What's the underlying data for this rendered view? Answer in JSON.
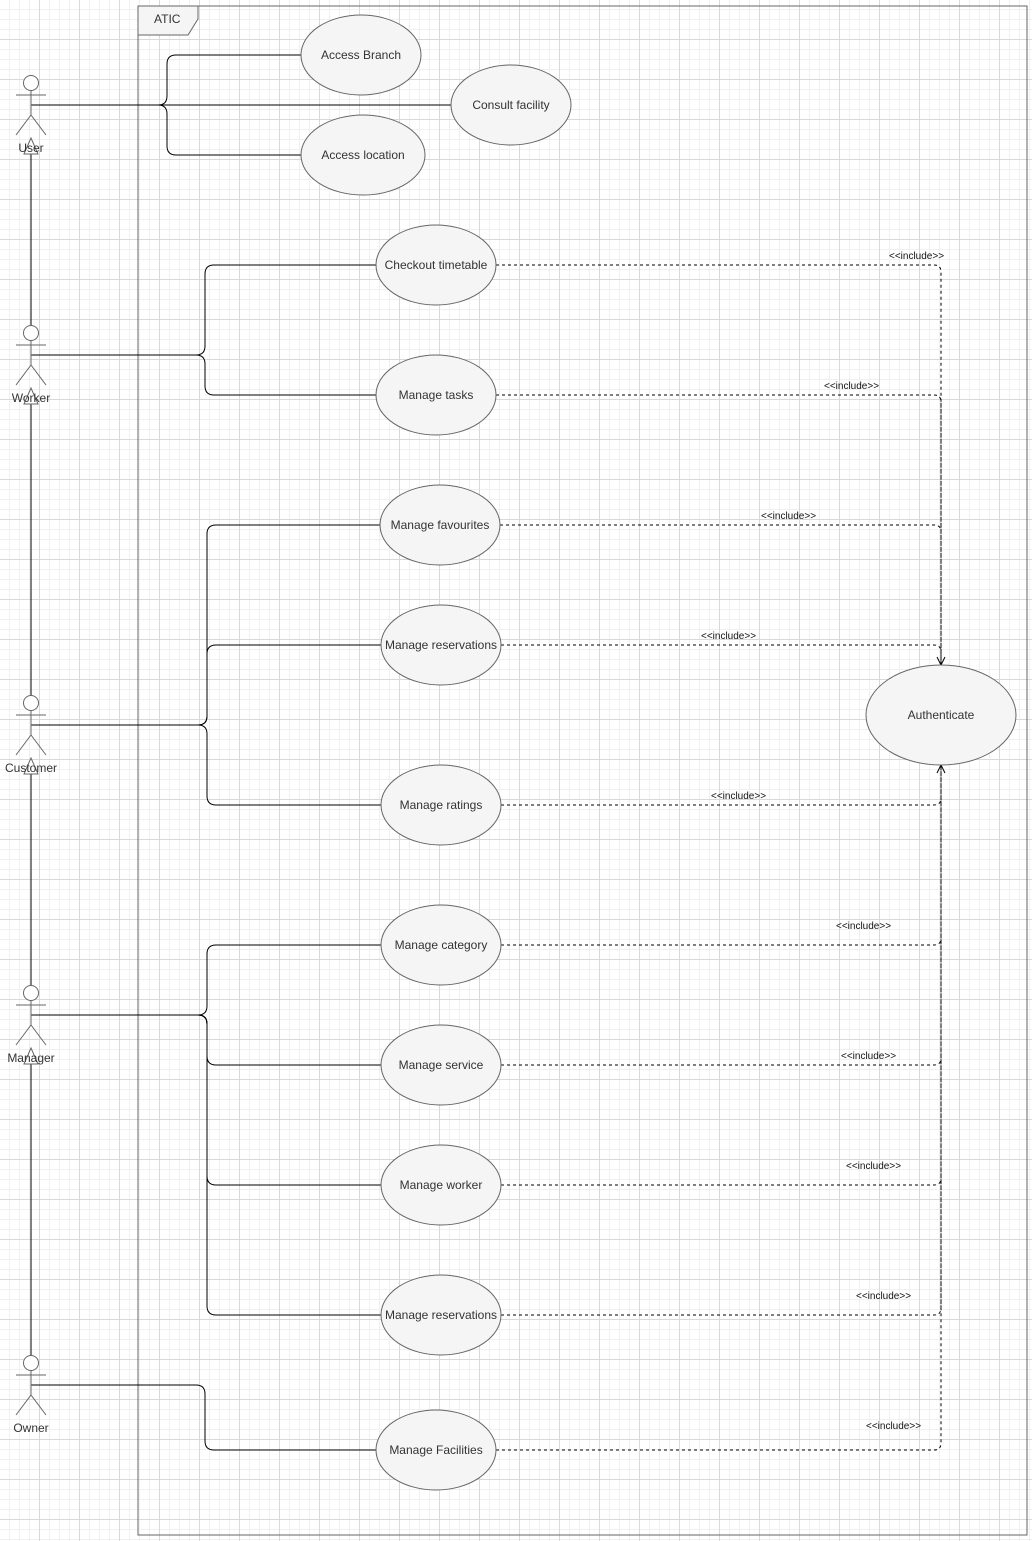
{
  "system": {
    "name": "ATIC"
  },
  "actors": [
    {
      "id": "user",
      "name": "User",
      "parent": null
    },
    {
      "id": "worker",
      "name": "Worker",
      "parent": "user"
    },
    {
      "id": "customer",
      "name": "Customer",
      "parent": "worker"
    },
    {
      "id": "manager",
      "name": "Manager",
      "parent": "customer"
    },
    {
      "id": "owner",
      "name": "Owner",
      "parent": "manager"
    }
  ],
  "use_cases": [
    {
      "id": "access_branch",
      "label": "Access Branch",
      "actor": "user"
    },
    {
      "id": "consult_facility",
      "label": "Consult facility",
      "actor": "user"
    },
    {
      "id": "access_location",
      "label": "Access location",
      "actor": "user"
    },
    {
      "id": "checkout_timetable",
      "label": "Checkout timetable",
      "actor": "worker",
      "includes": "authenticate"
    },
    {
      "id": "manage_tasks",
      "label": "Manage tasks",
      "actor": "worker",
      "includes": "authenticate"
    },
    {
      "id": "manage_favourites",
      "label": "Manage favourites",
      "actor": "customer",
      "includes": "authenticate"
    },
    {
      "id": "manage_reservations_customer",
      "label": "Manage reservations",
      "actor": "customer",
      "includes": "authenticate"
    },
    {
      "id": "manage_ratings",
      "label": "Manage ratings",
      "actor": "customer",
      "includes": "authenticate"
    },
    {
      "id": "manage_category",
      "label": "Manage category",
      "actor": "manager",
      "includes": "authenticate"
    },
    {
      "id": "manage_service",
      "label": "Manage service",
      "actor": "manager",
      "includes": "authenticate"
    },
    {
      "id": "manage_worker",
      "label": "Manage worker",
      "actor": "manager",
      "includes": "authenticate"
    },
    {
      "id": "manage_reservations_manager",
      "label": "Manage reservations",
      "actor": "manager",
      "includes": "authenticate"
    },
    {
      "id": "manage_facilities",
      "label": "Manage Facilities",
      "actor": "owner",
      "includes": "authenticate"
    },
    {
      "id": "authenticate",
      "label": "Authenticate",
      "actor": null
    }
  ],
  "include_label": "<<include>>"
}
